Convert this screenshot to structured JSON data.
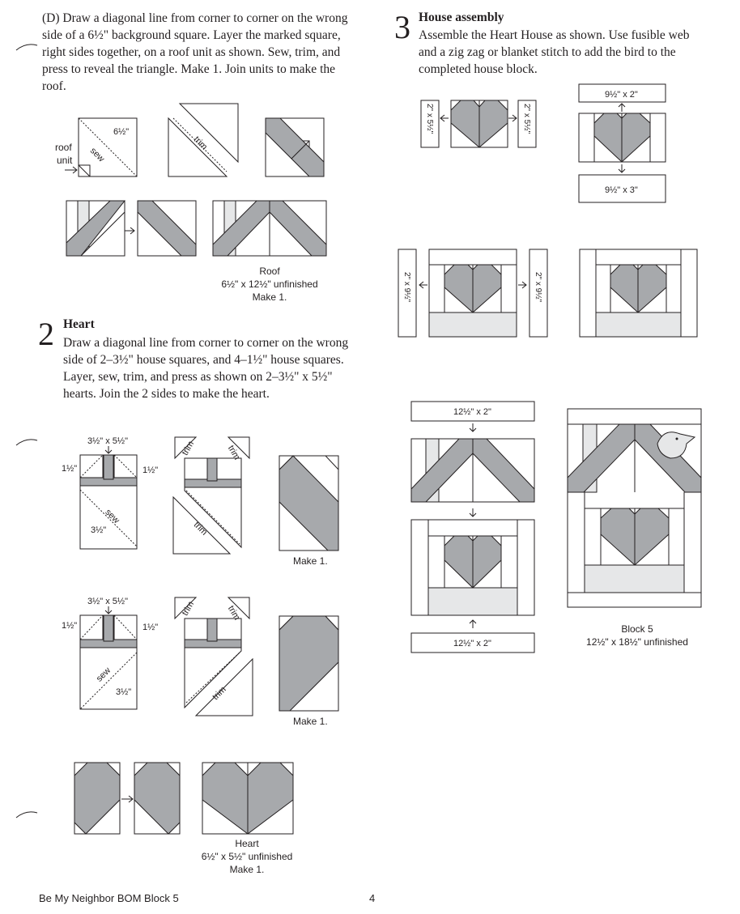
{
  "step_d": {
    "text": "(D) Draw a diagonal line from corner to corner on the wrong side of a 6½\" background square. Layer the marked square, right sides together, on a roof unit as shown. Sew, trim, and press to reveal the triangle. Make 1. Join units to make the roof."
  },
  "roof_diagram": {
    "label_6half": "6½\"",
    "label_sew": "sew",
    "label_roof": "roof",
    "label_unit": "unit",
    "label_trim": "trim",
    "caption_title": "Roof",
    "caption_size": "6½\" x 12½\" unfinished",
    "caption_make": "Make 1."
  },
  "step2": {
    "number": "2",
    "title": "Heart",
    "text": "Draw a diagonal line from corner to corner on the wrong side of 2–3½\" house squares, and 4–1½\" house squares. Layer, sew, trim, and press as shown on 2–3½\" x 5½\" hearts. Join the 2 sides to make the heart."
  },
  "heart_diagram": {
    "label_35x55": "3½\" x 5½\"",
    "label_15": "1½\"",
    "label_35": "3½\"",
    "label_sew": "sew",
    "label_trim": "trim",
    "make1": "Make 1.",
    "caption_title": "Heart",
    "caption_size": "6½\" x 5½\" unfinished",
    "caption_make": "Make 1."
  },
  "step3": {
    "number": "3",
    "title": "House assembly",
    "text": "Assemble the Heart House as shown. Use fusible web and a zig zag or blanket stitch to add the bird to the completed house block."
  },
  "assembly": {
    "strip_2x55": "2\" x 5½\"",
    "strip_95x2": "9½\" x 2\"",
    "strip_95x3": "9½\" x 3\"",
    "strip_2x95": "2\" x 9½\"",
    "strip_125x2": "12½\" x 2\"",
    "block_title": "Block 5",
    "block_size": "12½\" x 18½\" unfinished"
  },
  "footer": {
    "title": "Be My Neighbor BOM Block 5",
    "page": "4"
  }
}
